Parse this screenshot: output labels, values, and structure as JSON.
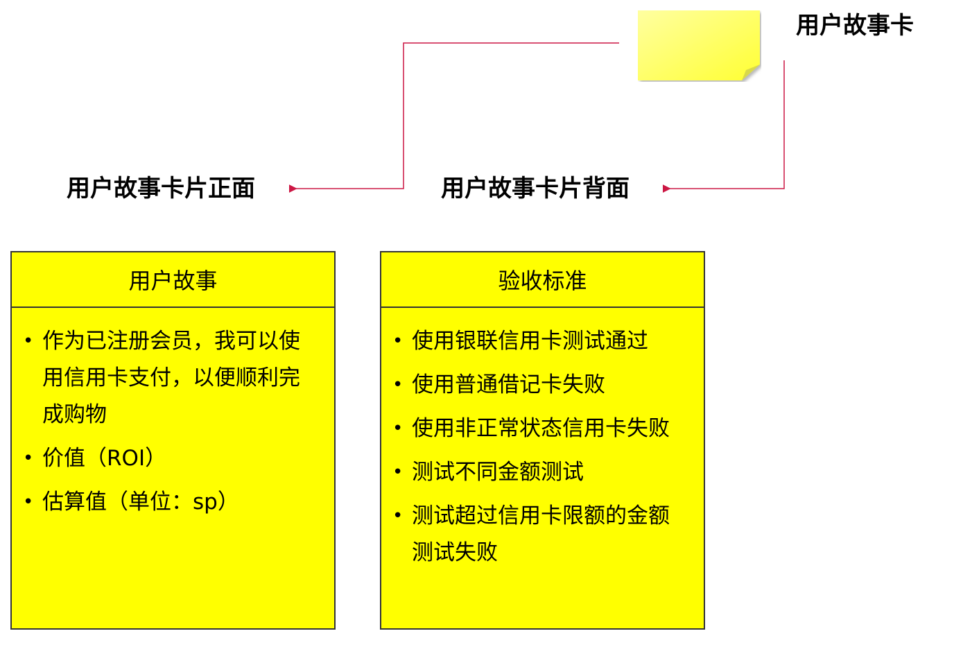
{
  "note_label": "用户故事卡",
  "front_label": "用户故事卡片正面",
  "back_label": "用户故事卡片背面",
  "colors": {
    "card_fill": "#ffff00",
    "note_fill": "#ffff66",
    "connector": "#cc1744"
  },
  "front_card": {
    "header": "用户故事",
    "items": [
      "作为已注册会员，我可以使用信用卡支付，以便顺利完成购物",
      "价值（ROI）",
      "估算值（单位：sp）"
    ]
  },
  "back_card": {
    "header": "验收标准",
    "items": [
      "使用银联信用卡测试通过",
      "使用普通借记卡失败",
      "使用非正常状态信用卡失败",
      "测试不同金额测试",
      "测试超过信用卡限额的金额测试失败"
    ]
  }
}
